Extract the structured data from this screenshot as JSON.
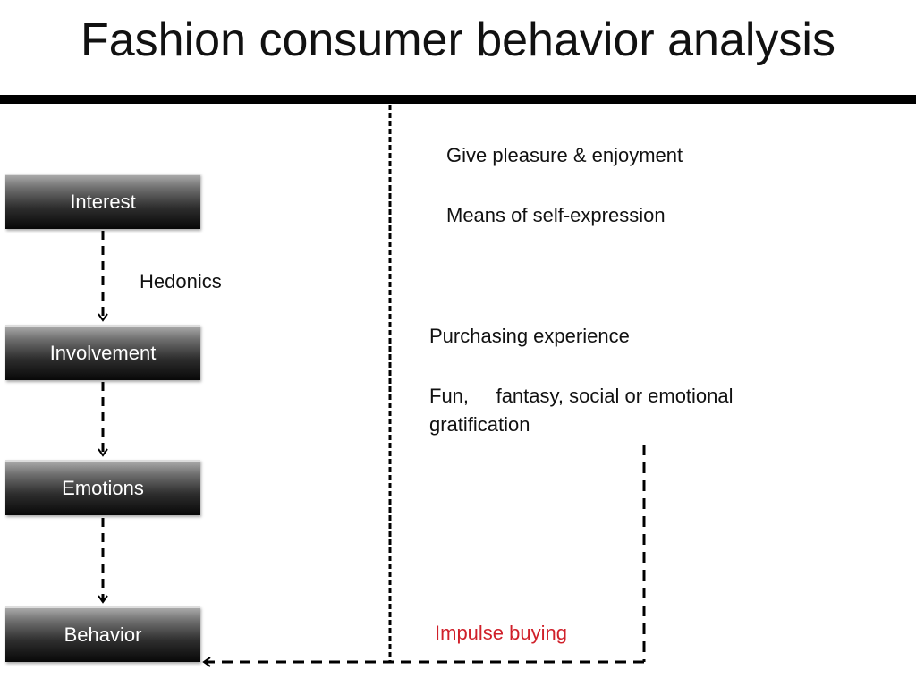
{
  "title": "Fashion consumer behavior analysis",
  "flow": [
    "Interest",
    "Involvement",
    "Emotions",
    "Behavior"
  ],
  "hedonics_label": "Hedonics",
  "hedonic_points": [
    "Give pleasure & enjoyment",
    "Means of self-expression"
  ],
  "purchasing": {
    "heading": "Purchasing experience",
    "line1": "Fun,     fantasy, social or emotional",
    "line2": "gratification"
  },
  "impulse_label": "Impulse buying",
  "colors": {
    "impulse": "#d0202a",
    "bar": "#000000"
  }
}
